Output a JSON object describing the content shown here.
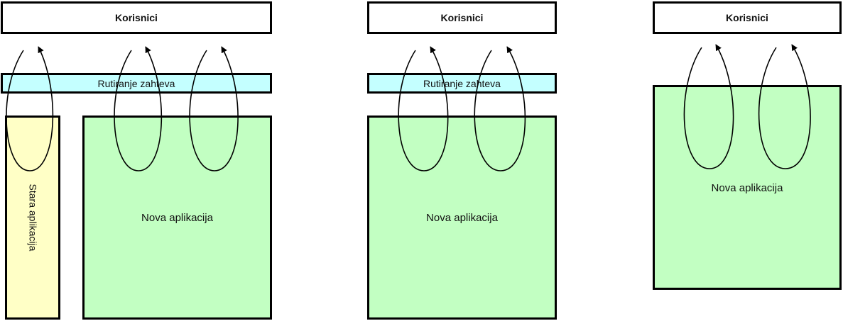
{
  "colors": {
    "users_box": "#ffffff",
    "routing_box": "#c4ffff",
    "new_app_box": "#c2ffc2",
    "old_app_box": "#ffffc6",
    "stroke": "#000000"
  },
  "stages": [
    {
      "users": "Korisnici",
      "routing": "Rutiranje zahteva",
      "old_app": "Stara aplikacija",
      "new_app": "Nova aplikacija"
    },
    {
      "users": "Korisnici",
      "routing": "Rutiranje zahteva",
      "new_app": "Nova aplikacija"
    },
    {
      "users": "Korisnici",
      "new_app": "Nova aplikacija"
    }
  ]
}
